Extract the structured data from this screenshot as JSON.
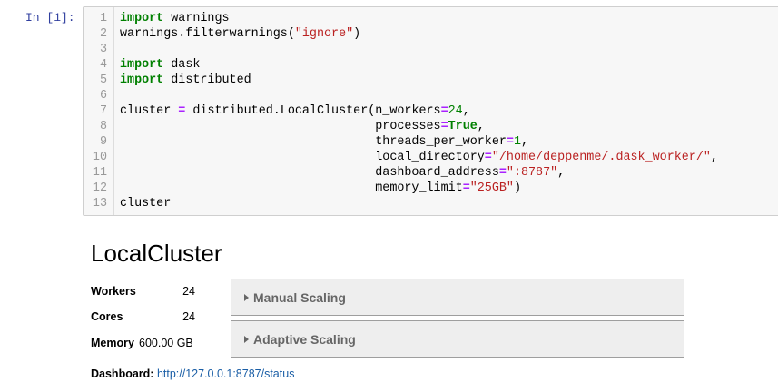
{
  "cell": {
    "prompt": "In [1]:",
    "lines": [
      {
        "n": "1"
      },
      {
        "n": "2"
      },
      {
        "n": "3"
      },
      {
        "n": "4"
      },
      {
        "n": "5"
      },
      {
        "n": "6"
      },
      {
        "n": "7"
      },
      {
        "n": "8"
      },
      {
        "n": "9"
      },
      {
        "n": "10"
      },
      {
        "n": "11"
      },
      {
        "n": "12"
      },
      {
        "n": "13"
      }
    ],
    "tokens": {
      "import": "import",
      "warnings": " warnings",
      "filter_call": "warnings.filterwarnings(",
      "ignore": "\"ignore\"",
      "close_paren": ")",
      "dask": " dask",
      "distributed": " distributed",
      "cluster_assign_a": "cluster ",
      "eq": "=",
      "cluster_assign_b": " distributed.LocalCluster(n_workers",
      "n_workers_val": "24",
      "comma": ",",
      "indent": "                                   ",
      "processes": "processes",
      "true": "True",
      "threads": "threads_per_worker",
      "threads_val": "1",
      "local_dir": "local_directory",
      "local_dir_val": "\"/home/deppenme/.dask_worker/\"",
      "dash_addr": "dashboard_address",
      "dash_addr_val": "\":8787\"",
      "mem_limit": "memory_limit",
      "mem_limit_val": "\"25GB\"",
      "cluster": "cluster"
    }
  },
  "output": {
    "title": "LocalCluster",
    "workers_label": "Workers",
    "workers_value": "24",
    "cores_label": "Cores",
    "cores_value": "24",
    "memory_label": "Memory",
    "memory_value": "600.00 GB",
    "manual_scaling": "Manual Scaling",
    "adaptive_scaling": "Adaptive Scaling",
    "dashboard_label": "Dashboard:",
    "dashboard_url": "http://127.0.0.1:8787/status"
  },
  "colors": {
    "prompt": "#303f9f",
    "keyword": "#008000",
    "string": "#ba2121",
    "operator": "#aa22ff",
    "link": "#1a5ea6"
  }
}
